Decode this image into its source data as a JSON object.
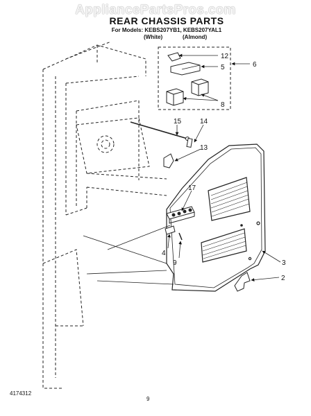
{
  "watermark": "AppliancePartsPros.com",
  "title": "REAR CHASSIS PARTS",
  "model_line": "For Models: KEBS207YB1, KEBS207YAL1",
  "variants": [
    "(White)",
    "(Almond)"
  ],
  "callouts": [
    "12",
    "5",
    "6",
    "8",
    "15",
    "14",
    "13",
    "17",
    "4",
    "9",
    "3",
    "2"
  ],
  "footer": {
    "ref": "4174312",
    "page": "9"
  },
  "icons": {
    "arrow": "arrow-icon"
  }
}
